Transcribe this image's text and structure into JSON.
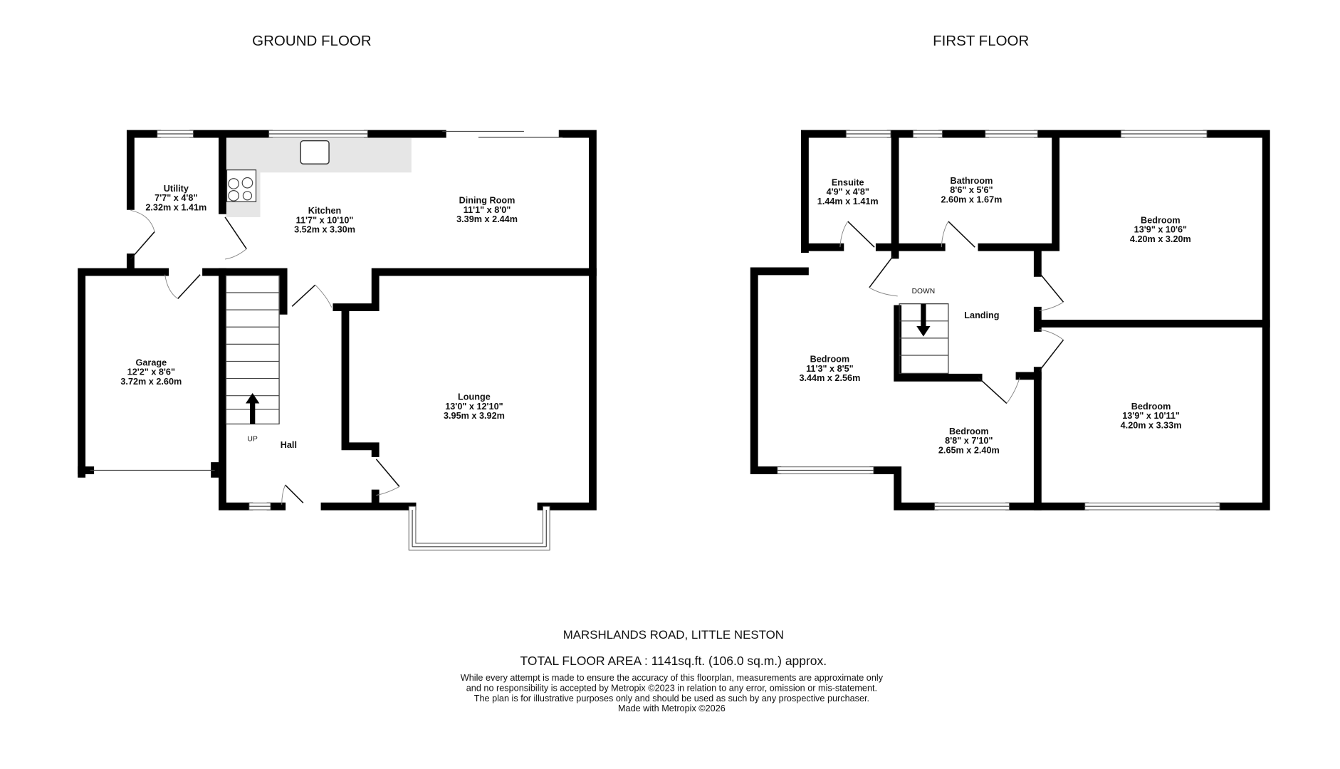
{
  "ground_floor": {
    "title": "GROUND FLOOR",
    "rooms": [
      {
        "name": "Utility",
        "imperial": "7'7\"  x 4'8\"",
        "metric": "2.32m  x 1.41m"
      },
      {
        "name": "Kitchen",
        "imperial": "11'7\"  x 10'10\"",
        "metric": "3.52m  x 3.30m"
      },
      {
        "name": "Dining Room",
        "imperial": "11'1\"  x 8'0\"",
        "metric": "3.39m  x 2.44m"
      },
      {
        "name": "Garage",
        "imperial": "12'2\"  x 8'6\"",
        "metric": "3.72m  x 2.60m"
      },
      {
        "name": "Lounge",
        "imperial": "13'0\"  x 12'10\"",
        "metric": "3.95m  x 3.92m"
      },
      {
        "name": "Hall"
      }
    ],
    "stairs_label": "UP"
  },
  "first_floor": {
    "title": "FIRST FLOOR",
    "rooms": [
      {
        "name": "Ensuite",
        "imperial": "4'9\"  x 4'8\"",
        "metric": "1.44m  x 1.41m"
      },
      {
        "name": "Bathroom",
        "imperial": "8'6\"  x 5'6\"",
        "metric": "2.60m  x 1.67m"
      },
      {
        "name": "Bedroom",
        "imperial": "13'9\"  x 10'6\"",
        "metric": "4.20m  x 3.20m"
      },
      {
        "name": "Bedroom",
        "imperial": "11'3\"  x 8'5\"",
        "metric": "3.44m  x 2.56m"
      },
      {
        "name": "Bedroom",
        "imperial": "8'8\"  x 7'10\"",
        "metric": "2.65m  x 2.40m"
      },
      {
        "name": "Bedroom",
        "imperial": "13'9\"  x 10'11\"",
        "metric": "4.20m  x 3.33m"
      },
      {
        "name": "Landing"
      }
    ],
    "stairs_label": "DOWN"
  },
  "footer": {
    "address": "MARSHLANDS ROAD, LITTLE NESTON",
    "total_area": "TOTAL FLOOR AREA : 1141sq.ft. (106.0 sq.m.) approx.",
    "disclaimer": [
      "While every attempt is made to ensure the accuracy of this floorplan, measurements are approximate only",
      "and no responsibility is accepted by Metropix ©2023 in relation to any error, omission or mis-statement.",
      "The plan is for illustrative purposes only and should be used as such by any prospective purchaser.",
      "Made with Metropix ©2026"
    ]
  },
  "colors": {
    "wall": "#000000",
    "counter": "#e6e6e6",
    "background": "#ffffff"
  }
}
